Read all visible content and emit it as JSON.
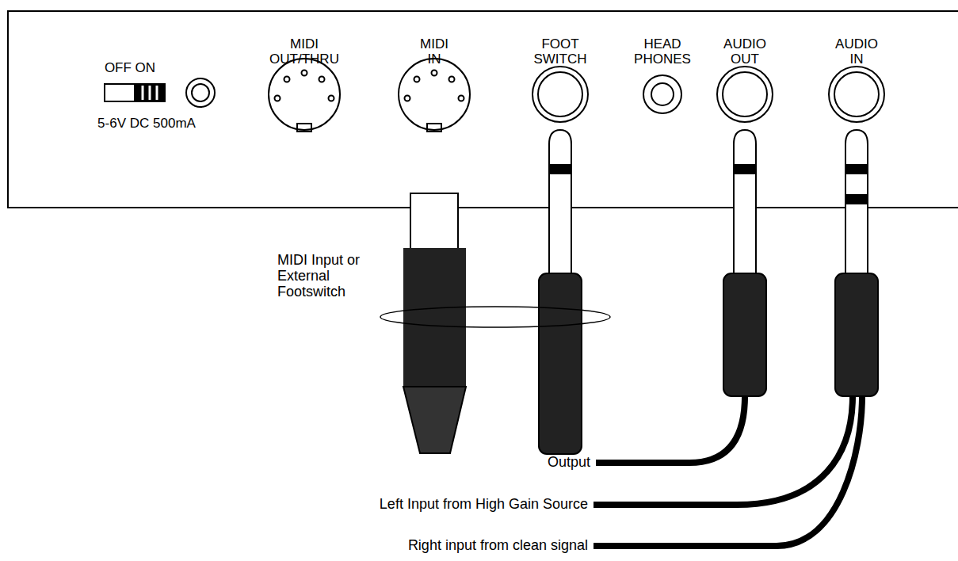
{
  "diagram": {
    "labels": [
      "OFF ON",
      "5-6V DC 500mA",
      "MIDI OUT/THRU",
      "MIDI IN",
      "FOOT SWITCH",
      "HEAD PHONES",
      "AUDIO OUT",
      "AUDIO IN",
      "MIDI Input or External Footswitch",
      "Output",
      "Left Input from High Gain Source",
      "Right input from clean signal"
    ]
  }
}
